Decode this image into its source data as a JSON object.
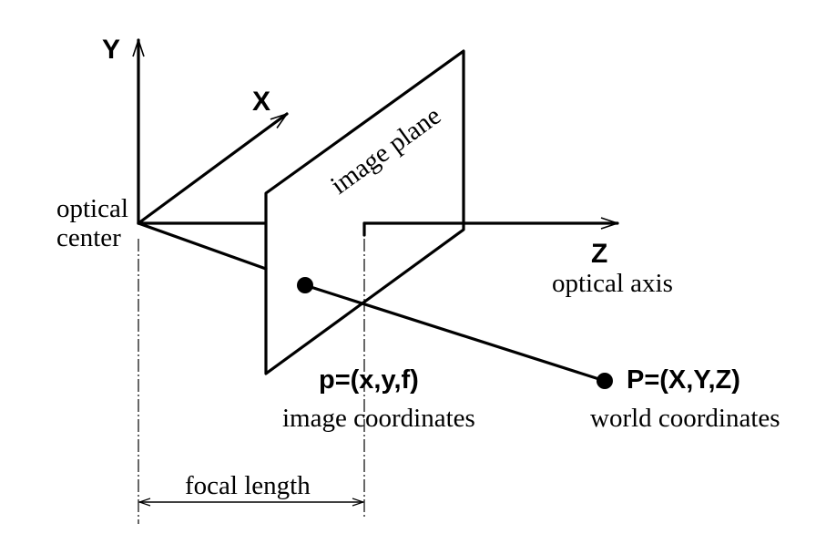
{
  "labels": {
    "y_axis": "Y",
    "x_axis": "X",
    "z_axis": "Z",
    "optical_center_line1": "optical",
    "optical_center_line2": "center",
    "optical_axis": "optical axis",
    "image_plane": "image plane",
    "image_point": "p=(x,y,f)",
    "image_coordinates": "image coordinates",
    "world_point": "P=(X,Y,Z)",
    "world_coordinates": "world coordinates",
    "focal_length": "focal length"
  },
  "colors": {
    "stroke": "#000000",
    "background": "#ffffff"
  }
}
